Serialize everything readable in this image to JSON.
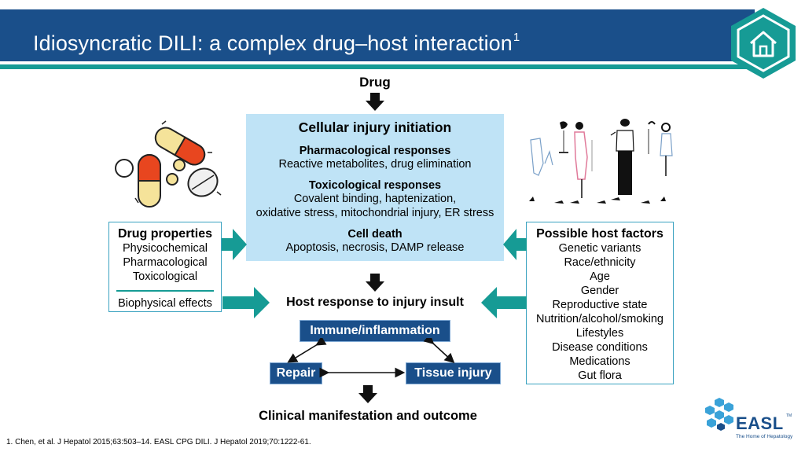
{
  "header": {
    "title": "Idiosyncratic DILI: a complex drug–host interaction",
    "title_sup": "1",
    "logo_icon": "home-icon"
  },
  "diagram": {
    "drug_label": "Drug",
    "center": {
      "title": "Cellular injury initiation",
      "pharm_heading": "Pharmacological responses",
      "pharm_text": "Reactive metabolites, drug elimination",
      "tox_heading": "Toxicological responses",
      "tox_text_1": "Covalent binding, haptenization,",
      "tox_text_2": "oxidative stress, mitochondrial injury, ER stress",
      "death_heading": "Cell death",
      "death_text": "Apoptosis, necrosis, DAMP release"
    },
    "drug_properties": {
      "title": "Drug properties",
      "items": [
        "Physicochemical",
        "Pharmacological",
        "Toxicological"
      ],
      "extra": "Biophysical effects"
    },
    "host_factors": {
      "title": "Possible host factors",
      "items": [
        "Genetic variants",
        "Race/ethnicity",
        "Age",
        "Gender",
        "Reproductive state",
        "Nutrition/alcohol/smoking",
        "Lifestyles",
        "Disease conditions",
        "Medications",
        "Gut flora"
      ]
    },
    "host_response": "Host response to injury insult",
    "immune": "Immune/inflammation",
    "repair": "Repair",
    "tissue_injury": "Tissue injury",
    "outcome": "Clinical manifestation and outcome"
  },
  "footnote": "1. Chen, et al. J Hepatol 2015;63:503–14. EASL CPG DILI. J Hepatol 2019;70:1222-61.",
  "brand": {
    "name": "EASL",
    "tagline": "The Home of Hepatology",
    "tm": "TM"
  },
  "colors": {
    "navy": "#1a4f8a",
    "teal": "#169b95",
    "light_blue": "#bfe3f6"
  }
}
